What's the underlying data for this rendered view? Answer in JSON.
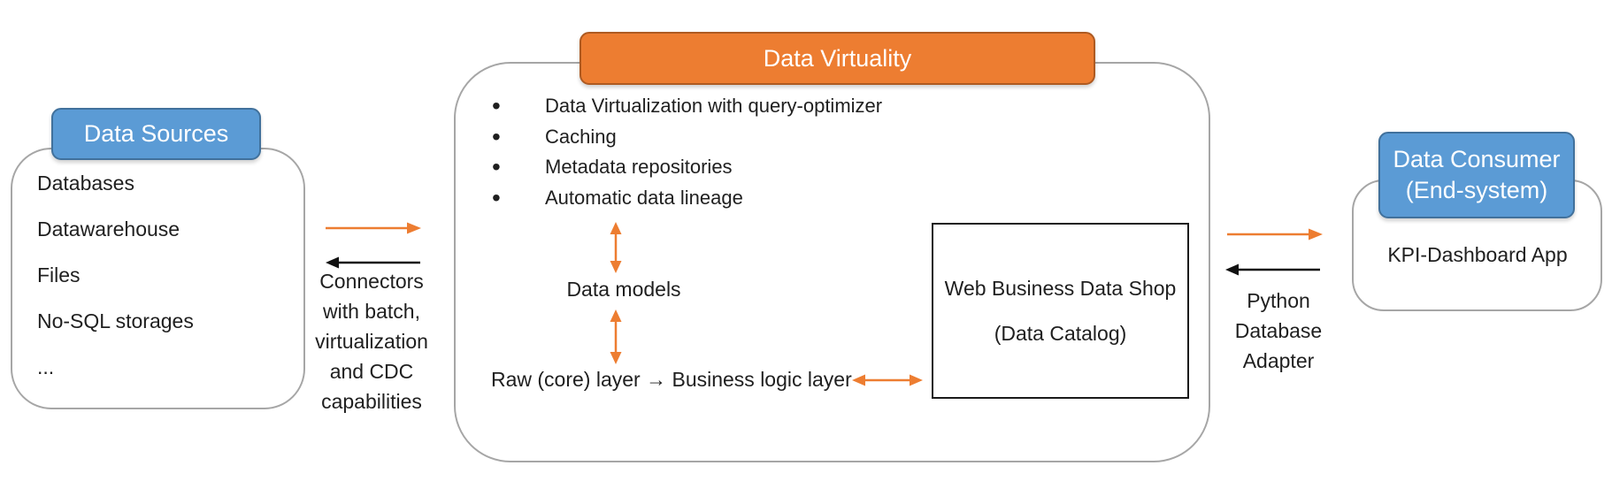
{
  "colors": {
    "blue_header": "#5B9BD5",
    "blue_header_border": "#41719C",
    "orange_accent": "#ED7D31",
    "orange_accent_border": "#AE5A21",
    "frame_border": "#A6A6A6",
    "text": "#1f1f1f",
    "black_arrow": "#111111"
  },
  "data_sources": {
    "title": "Data Sources",
    "items": [
      "Databases",
      "Datawarehouse",
      "Files",
      "No-SQL storages",
      "..."
    ]
  },
  "left_connector": {
    "label": "Connectors\nwith batch,\nvirtualization\nand CDC\ncapabilities",
    "forward_arrow_icon": "orange-right-arrow",
    "backward_arrow_icon": "black-left-arrow"
  },
  "data_virtuality": {
    "title": "Data Virtuality",
    "bullets": [
      "Data Virtualization with query-optimizer",
      "Caching",
      "Metadata repositories",
      "Automatic data lineage"
    ],
    "data_models_label": "Data models",
    "layers_label": "Raw (core) layer → Business logic layer",
    "data_shop": {
      "line1": "Web Business Data Shop",
      "line2": "(Data Catalog)"
    }
  },
  "right_connector": {
    "label": "Python\nDatabase\nAdapter",
    "forward_arrow_icon": "orange-right-arrow",
    "backward_arrow_icon": "black-left-arrow"
  },
  "data_consumer": {
    "title": "Data Consumer\n(End-system)",
    "content": "KPI-Dashboard App"
  }
}
